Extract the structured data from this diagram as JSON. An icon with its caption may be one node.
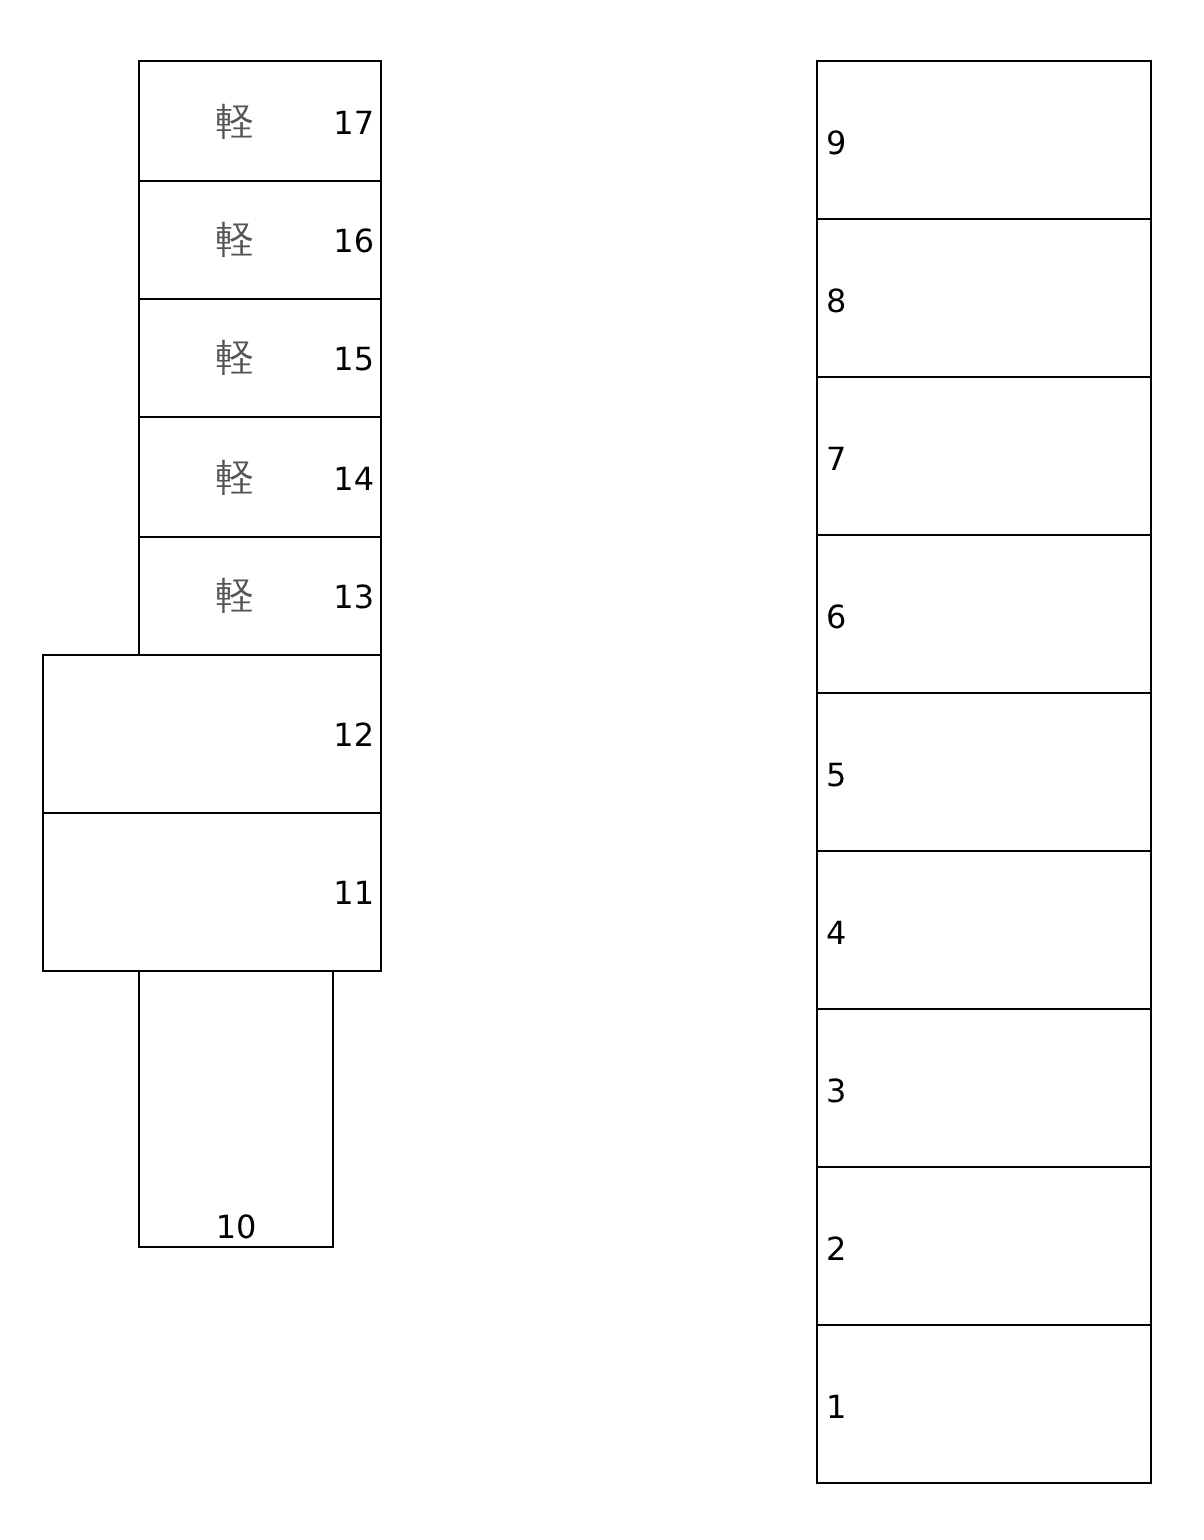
{
  "diagram": {
    "nodes": [
      {
        "text": [
          "軽",
          "17"
        ]
      },
      {
        "text": [
          "軽",
          "16"
        ]
      },
      {
        "text": [
          "軽",
          "15"
        ]
      },
      {
        "text": [
          "軽",
          "14"
        ]
      },
      {
        "text": [
          "軽",
          "13"
        ]
      },
      {
        "text": [
          "12"
        ]
      },
      {
        "text": [
          "11"
        ]
      },
      {
        "text": [
          "10"
        ]
      },
      {
        "text": [
          "9"
        ]
      },
      {
        "text": [
          "8"
        ]
      },
      {
        "text": [
          "7"
        ]
      },
      {
        "text": [
          "6"
        ]
      },
      {
        "text": [
          "5"
        ]
      },
      {
        "text": [
          "4"
        ]
      },
      {
        "text": [
          "3"
        ]
      },
      {
        "text": [
          "2"
        ]
      },
      {
        "text": [
          "1"
        ]
      }
    ]
  }
}
